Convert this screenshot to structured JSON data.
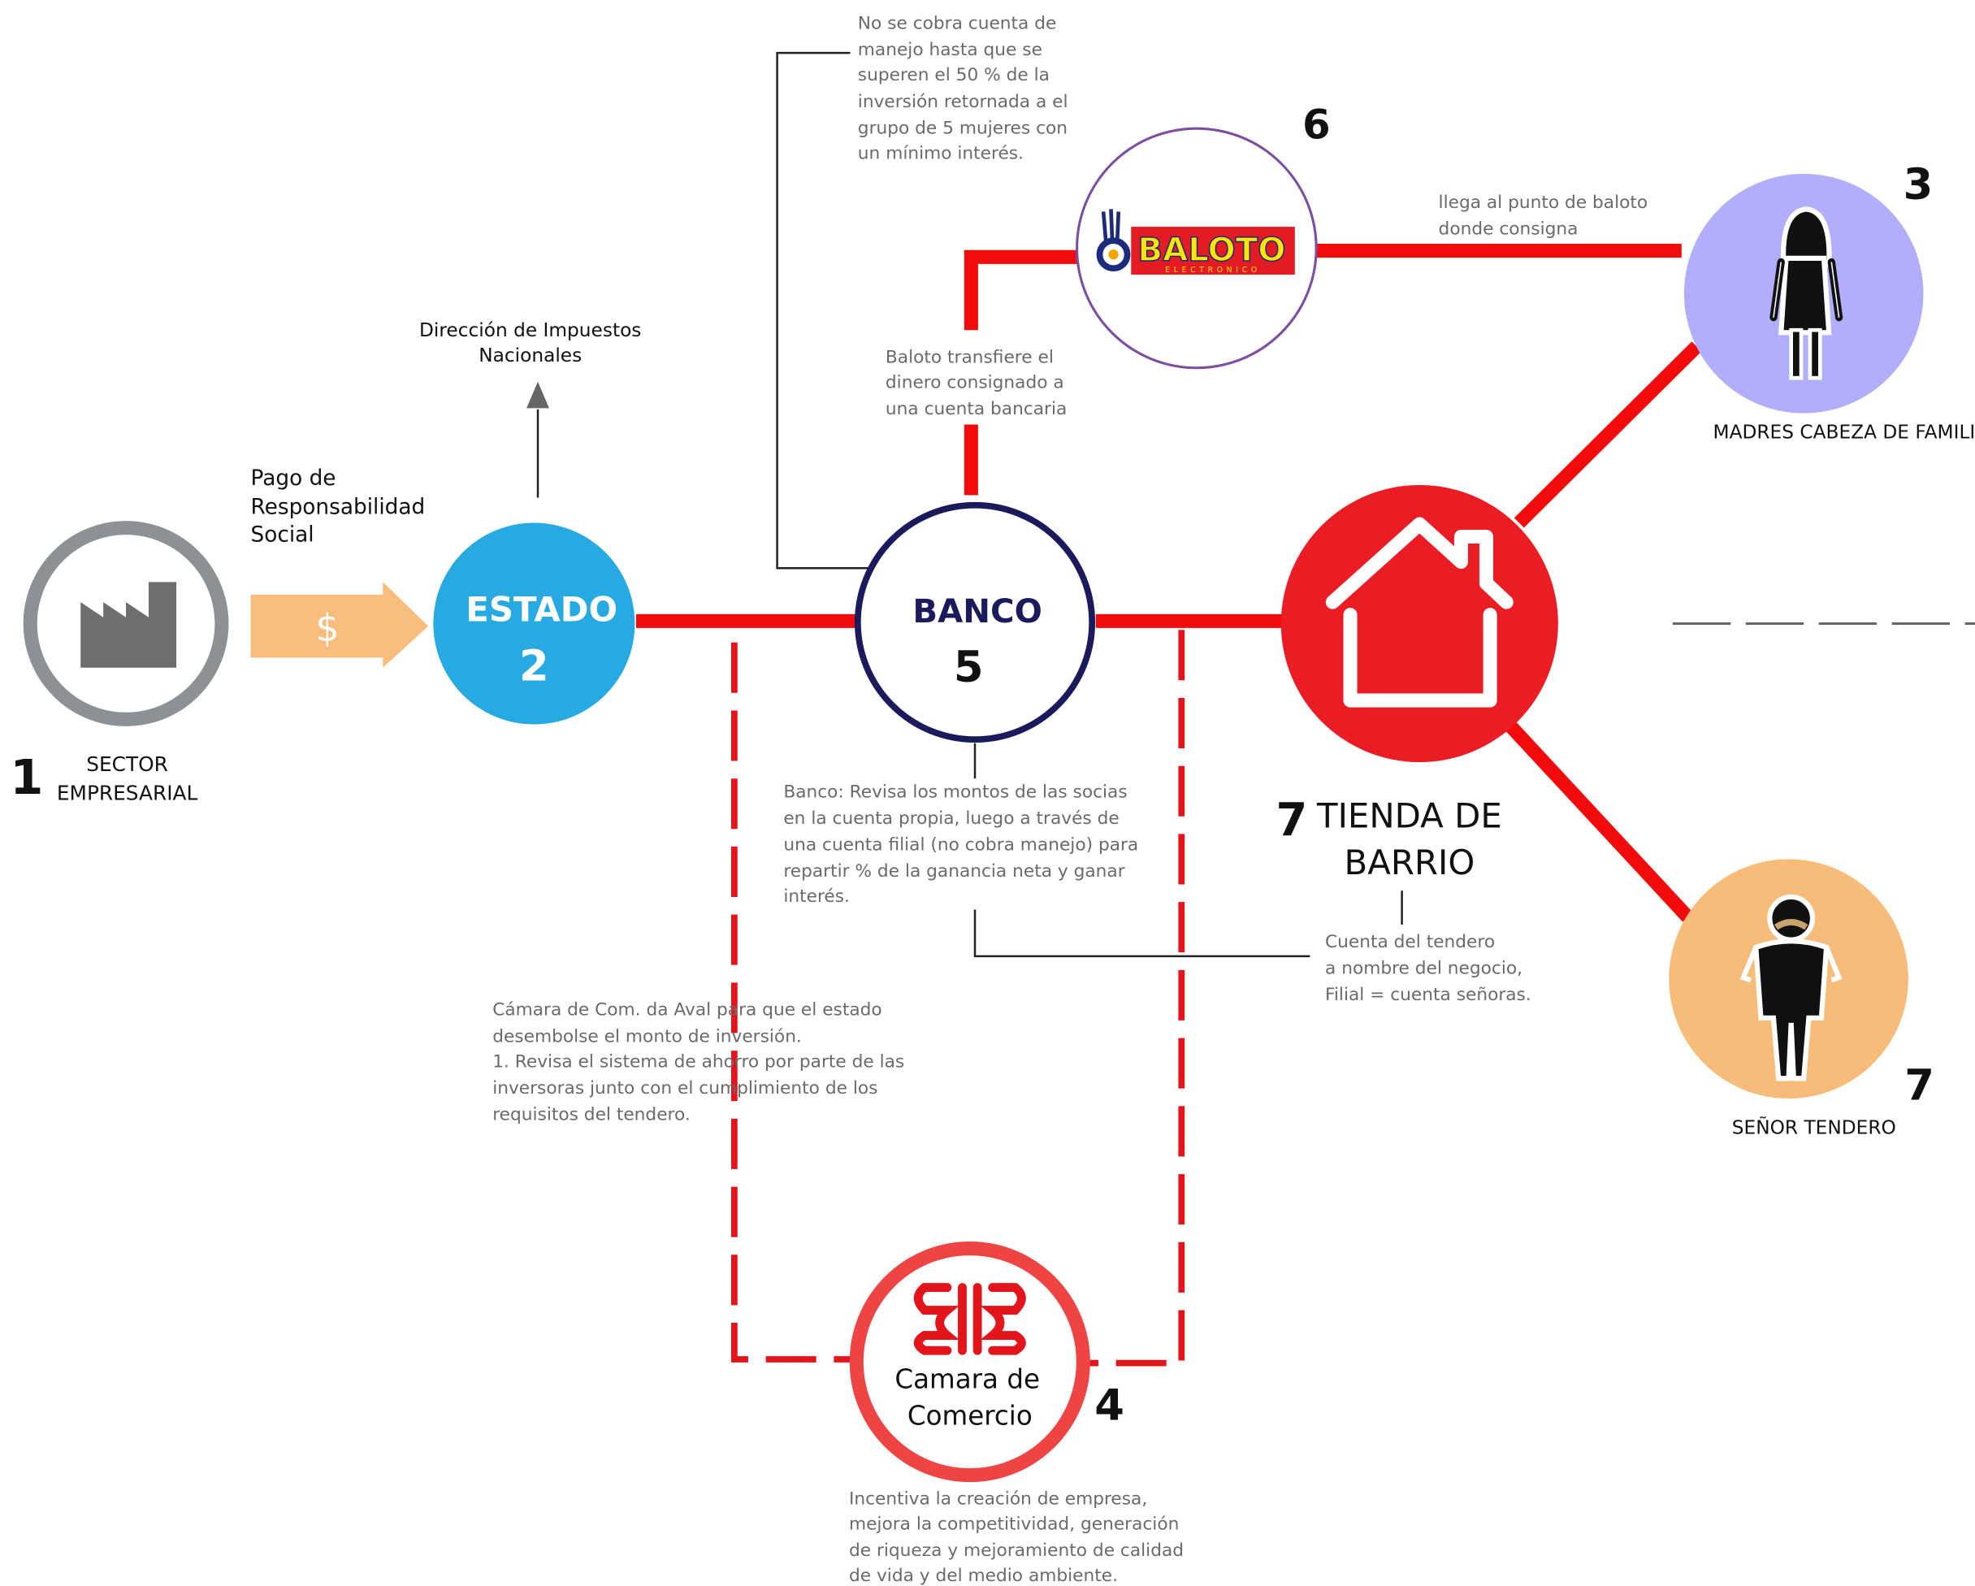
{
  "nodes": {
    "sector": {
      "number": "1",
      "label_line1": "SECTOR",
      "label_line2": "EMPRESARIAL"
    },
    "estado": {
      "title": "ESTADO",
      "number": "2"
    },
    "madres": {
      "number": "3",
      "label": "MADRES CABEZA DE FAMILIA"
    },
    "camara": {
      "number": "4",
      "label_line1": "Camara de",
      "label_line2": "Comercio"
    },
    "banco": {
      "title": "BANCO",
      "number": "5"
    },
    "baloto": {
      "number": "6",
      "logo_text": "BALOTO",
      "logo_sub": "ELECTRONICO"
    },
    "tienda": {
      "number": "7",
      "label_line1": "TIENDA DE",
      "label_line2": "BARRIO"
    },
    "tendero": {
      "number": "7",
      "label": "SEÑOR TENDERO"
    }
  },
  "pago": {
    "line1": "Pago de",
    "line2": "Responsabilidad",
    "line3": "Social",
    "symbol": "$"
  },
  "dian": {
    "line1": "Dirección de Impuestos",
    "line2": "Nacionales"
  },
  "notes": {
    "cuenta_manejo": [
      "No se cobra cuenta de",
      "manejo hasta que se",
      "superen  el 50 % de la",
      "inversión retornada a el",
      "grupo de 5 mujeres con",
      "un mínimo interés."
    ],
    "baloto_consigna": [
      "llega al punto de baloto",
      "donde consigna"
    ],
    "baloto_transfiere": [
      "Baloto transfiere el",
      "dinero consignado a",
      "una cuenta bancaria"
    ],
    "banco_revisa": [
      "Banco:  Revisa los montos de las socias",
      "en la cuenta propia, luego a través de",
      "una cuenta filial (no cobra manejo) para",
      "repartir % de la ganancia neta y ganar",
      "interés."
    ],
    "camara_aval": [
      "Cámara de Com. da Aval para que el estado",
      "desembolse el monto de inversión.",
      "1. Revisa el sistema de ahorro por parte de las",
      "inversoras junto con el cumplimiento de los",
      "requisitos del tendero."
    ],
    "cuenta_tendero": [
      "Cuenta del tendero",
      "a nombre del negocio,",
      "Filial = cuenta señoras."
    ],
    "camara_incentiva": [
      "Incentiva la creación de empresa,",
      "mejora la competitividad, generación",
      "de riqueza y mejoramiento de calidad",
      "de vida y del medio ambiente."
    ]
  },
  "colors": {
    "link_red": "#f10b0b",
    "estado_blue": "#27a9e1",
    "banco_navy": "#1b1a5c",
    "tienda_red": "#ec1c24",
    "madres_lavender": "#b1affb",
    "tendero_orange": "#f7bc7a",
    "sector_gray": "#8c9196",
    "pago_orange": "#f8bd7c",
    "camara_red": "#ef4444",
    "baloto_ring": "#7d4ea0"
  },
  "icons": [
    "factory-icon",
    "dollar-arrow-icon",
    "up-arrow-icon",
    "house-icon",
    "woman-icon",
    "man-mustache-icon",
    "baloto-logo",
    "camara-logo"
  ]
}
